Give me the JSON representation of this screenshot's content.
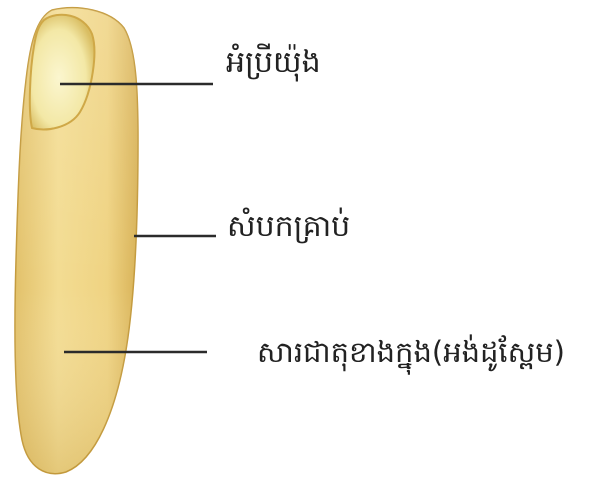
{
  "diagram": {
    "labels": {
      "embryo": "អំប្រីយ៉ុង",
      "hull": "សំបកគ្រាប់",
      "endosperm": "សារជាតុខាងក្នុង(អង់ដូស្ពែម)"
    },
    "colors": {
      "grain_main": "#f0d78a",
      "grain_shadow": "#d9b65a",
      "grain_edge": "#b98f2e",
      "embryo_fill": "#f7f0b8",
      "leader_line": "#2b2b2b",
      "text": "#222222"
    }
  }
}
